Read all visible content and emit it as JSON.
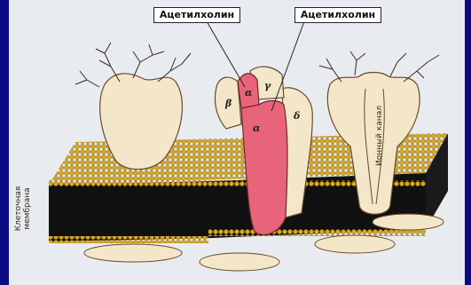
{
  "labels": {
    "ach_left": "Ацетилхолин",
    "ach_right": "Ацетилхолин",
    "alpha_top": "α",
    "alpha_mid": "α",
    "beta": "β",
    "gamma": "γ",
    "delta": "δ",
    "ion_channel": "Ионный канал",
    "membrane_line1": "Клеточная",
    "membrane_line2": "мембрана"
  },
  "colors": {
    "background": "#0b0a80",
    "lipid_head": "#d9a820",
    "lipid_core": "#111111",
    "protein": "#f4e6c8",
    "alpha_subunit": "#e8647a"
  }
}
